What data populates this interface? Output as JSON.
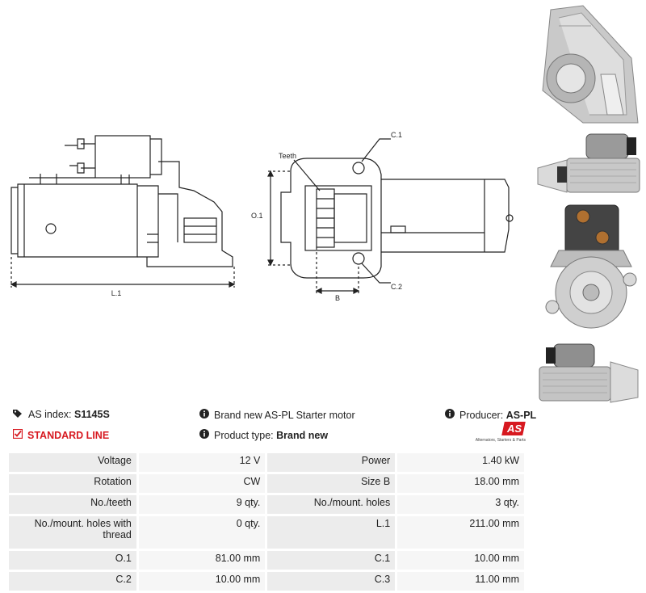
{
  "drawing": {
    "side_view": {
      "dim_label": "L.1"
    },
    "front_view": {
      "teeth_label": "Teeth",
      "c1_label": "C.1",
      "c2_label": "C.2",
      "o1_label": "O.1",
      "b_label": "B"
    }
  },
  "photos": [
    {
      "name": "photo-front-flange"
    },
    {
      "name": "photo-side-view"
    },
    {
      "name": "photo-solenoid-end"
    },
    {
      "name": "photo-side-view-2"
    }
  ],
  "info": {
    "as_index_label": "AS index:",
    "as_index_value": "S1145S",
    "description": "Brand new AS-PL Starter motor",
    "producer_label": "Producer:",
    "producer_value": "AS-PL",
    "standard_line": "STANDARD LINE",
    "product_type_label": "Product type:",
    "product_type_value": "Brand new",
    "logo_text": "AS",
    "logo_subtext": "Alternators, Starters & Parts"
  },
  "specs": [
    {
      "l1": "Voltage",
      "v1": "12 V",
      "l2": "Power",
      "v2": "1.40 kW"
    },
    {
      "l1": "Rotation",
      "v1": "CW",
      "l2": "Size B",
      "v2": "18.00 mm"
    },
    {
      "l1": "No./teeth",
      "v1": "9 qty.",
      "l2": "No./mount. holes",
      "v2": "3 qty."
    },
    {
      "l1": "No./mount. holes with thread",
      "v1": "0 qty.",
      "l2": "L.1",
      "v2": "211.00 mm"
    },
    {
      "l1": "O.1",
      "v1": "81.00 mm",
      "l2": "C.1",
      "v2": "10.00 mm"
    },
    {
      "l1": "C.2",
      "v1": "10.00 mm",
      "l2": "C.3",
      "v2": "11.00 mm"
    }
  ],
  "colors": {
    "accent_red": "#d71920",
    "line": "#222222",
    "cell_bg": "#ececec"
  }
}
